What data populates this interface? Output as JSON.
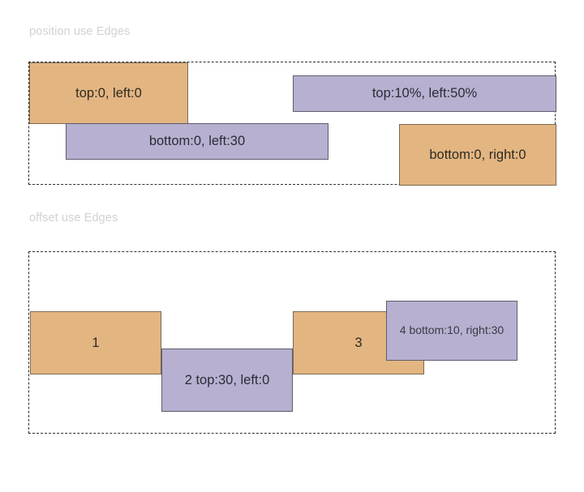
{
  "sections": [
    {
      "title": "position use Edges",
      "boxes": [
        {
          "label": "top:0, left:0",
          "color": "orange"
        },
        {
          "label": "top:10%, left:50%",
          "color": "purple"
        },
        {
          "label": "bottom:0, left:30",
          "color": "purple"
        },
        {
          "label": "bottom:0, right:0",
          "color": "orange"
        }
      ]
    },
    {
      "title": "offset use Edges",
      "boxes": [
        {
          "label": "1",
          "color": "orange"
        },
        {
          "label": "2 top:30, left:0",
          "color": "purple"
        },
        {
          "label": "3",
          "color": "orange"
        },
        {
          "label": "4 bottom:10, right:30",
          "color": "purple"
        }
      ]
    }
  ],
  "colors": {
    "orange_fill": "#e3b581",
    "orange_border": "#7a6a52",
    "purple_fill": "#b7b0d0",
    "purple_border": "#5f5b6e",
    "container_border": "#2e2e2e",
    "title_text": "#d2d2d2",
    "box_text": "#27272e",
    "background": "#ffffff"
  }
}
